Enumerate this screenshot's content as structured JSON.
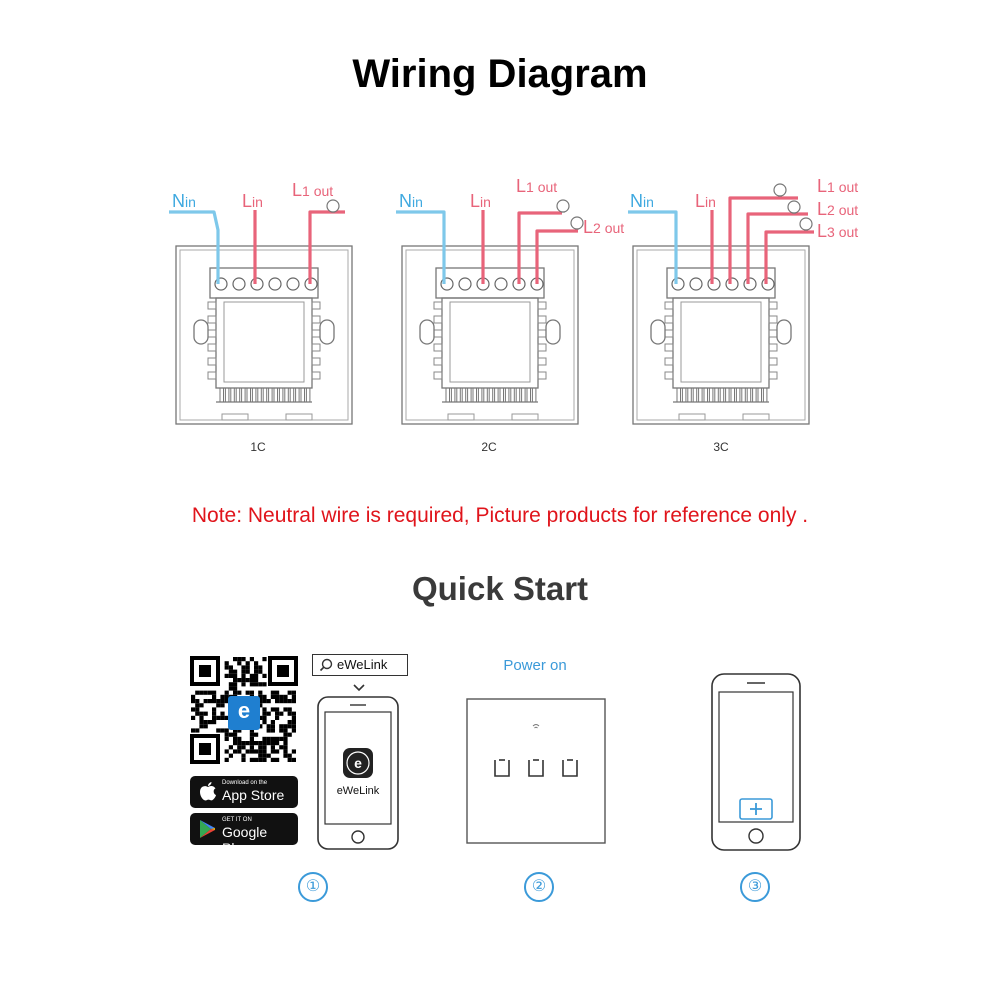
{
  "title": "Wiring Diagram",
  "panels": [
    {
      "label": "1C",
      "wires": {
        "n_in": [
          "N",
          "in"
        ],
        "l_in": [
          "L",
          "in"
        ],
        "outs": [
          [
            "L",
            "1 out"
          ]
        ]
      }
    },
    {
      "label": "2C",
      "wires": {
        "n_in": [
          "N",
          "in"
        ],
        "l_in": [
          "L",
          "in"
        ],
        "outs": [
          [
            "L",
            "1 out"
          ],
          [
            "L",
            "2 out"
          ]
        ]
      }
    },
    {
      "label": "3C",
      "wires": {
        "n_in": [
          "N",
          "in"
        ],
        "l_in": [
          "L",
          "in"
        ],
        "outs": [
          [
            "L",
            "1 out"
          ],
          [
            "L",
            "2 out"
          ],
          [
            "L",
            "3 out"
          ]
        ]
      }
    }
  ],
  "note": "Note:  Neutral wire is required,  Picture products for reference only .",
  "quick_start": {
    "title": "Quick Start",
    "search_label": "eWeLink",
    "app_name": "eWeLink",
    "app_badge_letter": "e",
    "app_store": {
      "small": "Download on the",
      "big": "App Store"
    },
    "google_play": {
      "small": "GET IT ON",
      "big": "Google Play"
    },
    "power_on": "Power on",
    "steps": [
      "①",
      "②",
      "③"
    ]
  },
  "colors": {
    "neutral_wire": "#7ec8ea",
    "live_wire": "#e8647a",
    "note": "#e0141b",
    "accent": "#3b9ad9"
  }
}
